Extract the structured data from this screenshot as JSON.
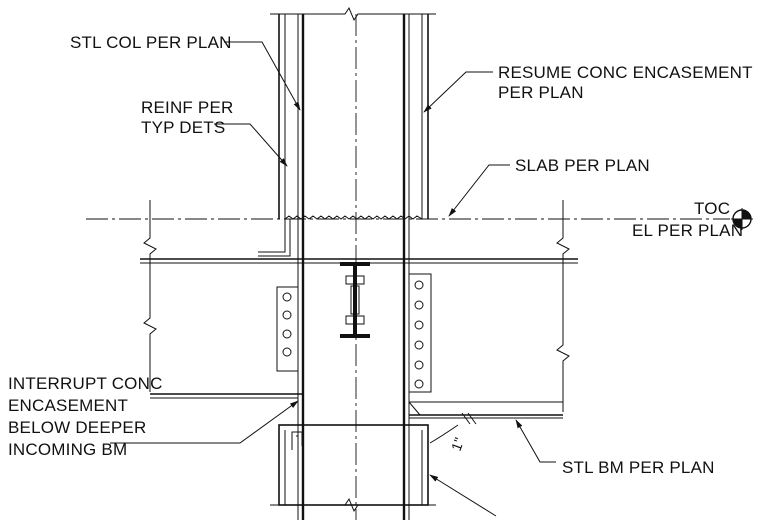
{
  "labels": {
    "stl_col": "STL COL PER PLAN",
    "reinf_1": "REINF PER",
    "reinf_2": "TYP DETS",
    "resume_1": "RESUME CONC ENCASEMENT",
    "resume_2": "PER PLAN",
    "slab": "SLAB PER PLAN",
    "toc": "TOC",
    "el": "EL PER PLAN",
    "interrupt_1": "INTERRUPT CONC",
    "interrupt_2": "ENCASEMENT",
    "interrupt_3": "BELOW DEEPER",
    "interrupt_4": "INCOMING BM",
    "stl_bm": "STL BM PER PLAN",
    "slope": "1\""
  },
  "colors": {
    "ink": "#111111",
    "paper": "#ffffff"
  },
  "icons": {
    "elevation_marker": "elevation-target-icon"
  }
}
